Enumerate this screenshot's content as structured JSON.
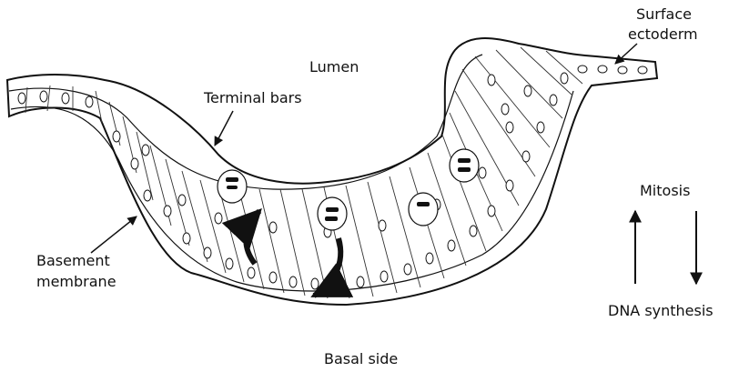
{
  "labels": {
    "surface_line1": "Surface",
    "surface_line2": "ectoderm",
    "lumen": "Lumen",
    "terminal_bars": "Terminal bars",
    "basement_line1": "Basement",
    "basement_line2": "membrane",
    "mitosis": "Mitosis",
    "dna_synthesis": "DNA synthesis",
    "basal_side": "Basal side"
  }
}
